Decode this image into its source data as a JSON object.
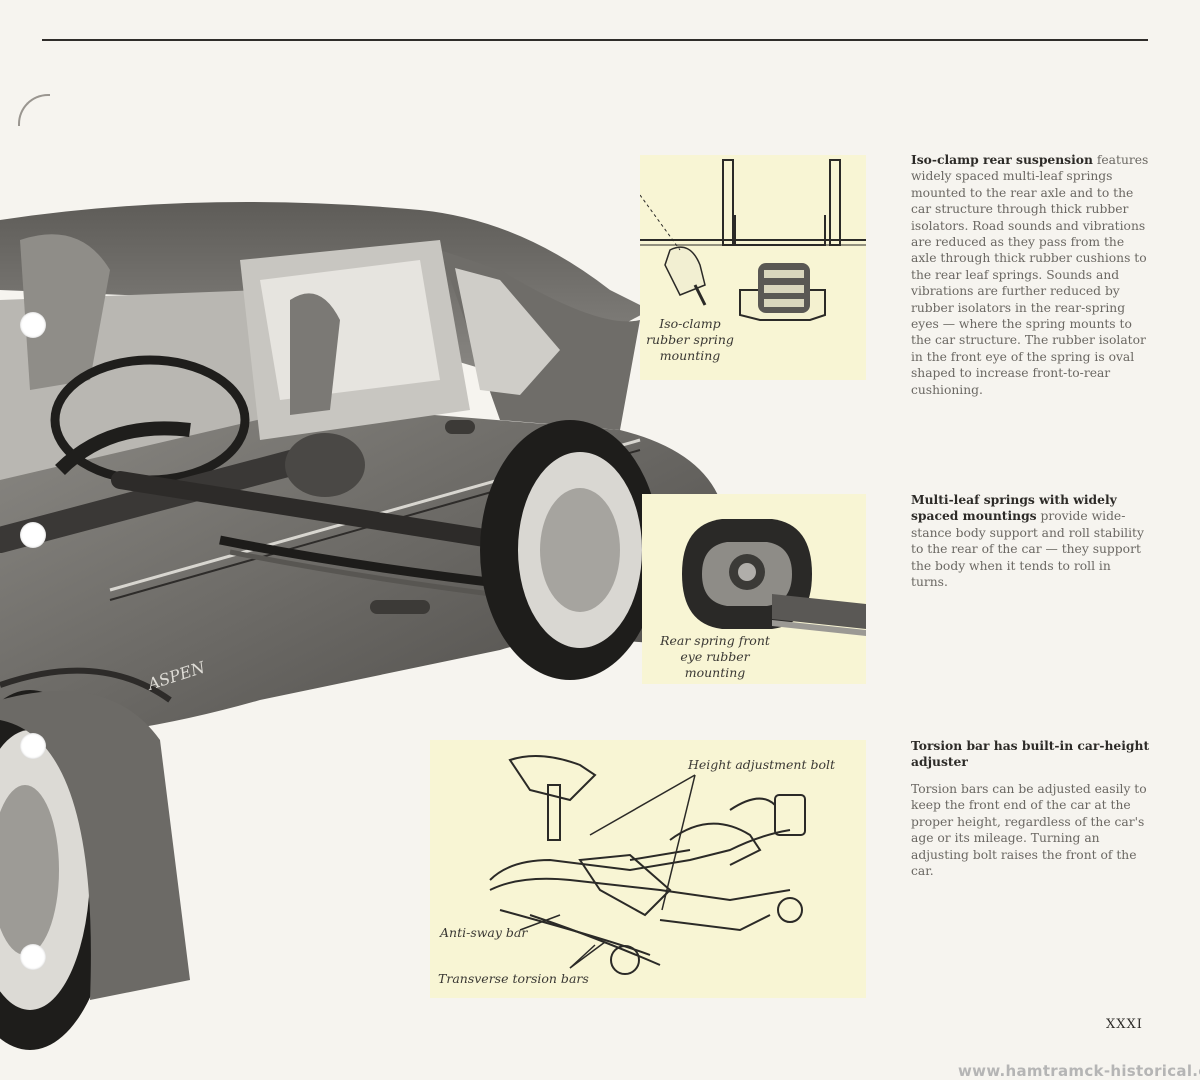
{
  "inset_suspension": {
    "caption": "Iso-clamp rubber spring mounting"
  },
  "inset_eye": {
    "caption": "Rear spring front eye rubber mounting"
  },
  "inset_torsion": {
    "label_bolt": "Height adjustment bolt",
    "label_antisway": "Anti-sway bar",
    "label_torsion": "Transverse torsion bars"
  },
  "car": {
    "badge_text": "ASPEN"
  },
  "section_isoclamp": {
    "heading": "Iso-clamp rear suspension",
    "body": "features widely spaced multi-leaf springs mounted to the rear axle and to the car structure through thick rubber isolators. Road sounds and vibrations are reduced as they pass from the axle through thick rubber cushions to the rear leaf springs. Sounds and vibrations are further reduced by rubber isolators in the rear-spring eyes — where the spring mounts to the car structure. The rubber isolator in the front eye of the spring is oval shaped to increase front-to-rear cushioning."
  },
  "section_multileaf": {
    "heading": "Multi-leaf springs with widely spaced mountings",
    "body": "provide wide-stance body support and roll stability to the rear of the car — they support the body when it tends to roll in turns."
  },
  "section_torsion": {
    "heading": "Torsion bar has built-in car-height adjuster",
    "body": "Torsion bars can be adjusted easily to keep the front end of the car at the proper height, regardless of the car's age or its mileage. Turning an adjusting bolt raises the front of the car."
  },
  "page_number": "XXXI",
  "watermark": "www.hamtramck-historical.com"
}
